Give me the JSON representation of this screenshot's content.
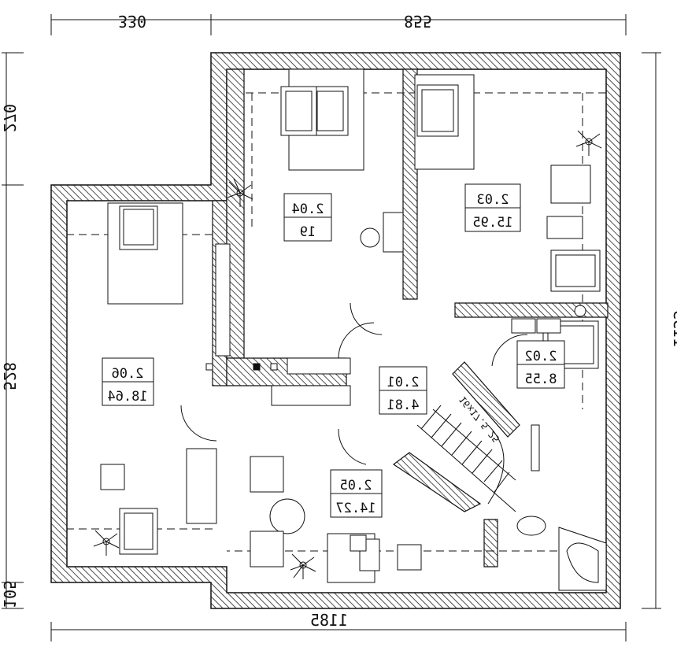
{
  "dimensions": {
    "top_left": "330",
    "top_right": "855",
    "bottom": "1185",
    "left_top": "270",
    "left_mid": "528",
    "left_bottom": "105",
    "right": "1155"
  },
  "rooms": [
    {
      "id": "2.04",
      "area": "19"
    },
    {
      "id": "2.03",
      "area": "15.95"
    },
    {
      "id": "2.06",
      "area": "18.64"
    },
    {
      "id": "2.01",
      "area": "4.81"
    },
    {
      "id": "2.02",
      "area": "8.55"
    },
    {
      "id": "2.05",
      "area": "14.27"
    }
  ],
  "stair_label": "16x17.5\n25"
}
